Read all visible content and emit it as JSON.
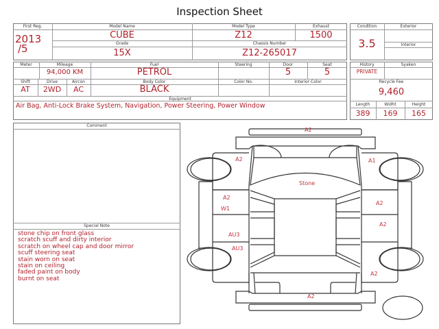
{
  "title": "Inspection Sheet",
  "vehicle": {
    "first_reg_label": "First Reg.",
    "first_reg_year": "2013",
    "first_reg_month": "/5",
    "model_name_label": "Model Name",
    "model_name": "CUBE",
    "model_type_label": "Model Type",
    "model_type": "Z12",
    "exhaust_label": "Exhaust",
    "exhaust": "1500",
    "grade_label": "Grade",
    "grade": "15X",
    "chassis_label": "Chassis Number",
    "chassis": "Z12-265017",
    "meter_label": "Meter",
    "mileage_label": "Mileage",
    "mileage": "94,000 KM",
    "fuel_label": "Fuel",
    "fuel": "PETROL",
    "steering_label": "Steering",
    "door_label": "Door",
    "door": "5",
    "seat_label": "Seat",
    "seat": "5",
    "shift_label": "Shift",
    "shift": "AT",
    "drive_label": "Drive",
    "drive": "2WD",
    "aircon_label": "Aircon",
    "aircon": "AC",
    "body_color_label": "Body Color",
    "body_color": "BLACK",
    "color_no_label": "Color No.",
    "interior_color_label": "Interior Color",
    "equipment_label": "Equipment",
    "equipment": "Air Bag, Anti-Lock Brake System, Navigation, Power Steering, Power Window"
  },
  "grades": {
    "condition_label": "Condition",
    "condition": "3.5",
    "exterior_label": "Exterior",
    "interior_label": "Interior",
    "history_label": "History",
    "history": "PRIVATE",
    "syaken_label": "Syaken",
    "recycle_label": "Recycle Fee",
    "recycle": "9,460",
    "length_label": "Length",
    "length": "389",
    "width_label": "Widht",
    "width": "169",
    "height_label": "Height",
    "height": "165"
  },
  "comment_label": "Comment",
  "special_note_label": "Special Note",
  "special_notes": [
    "stone chip on front glass",
    "scratch scuff and dirty interior",
    "scratch on wheel cap and door mirror",
    "scuff steering seat",
    "stain worn on seat",
    "stain on ceiling",
    "faded paint on body",
    "burnt on seat"
  ],
  "damage_marks": {
    "front_bumper": "A2",
    "left_front_fender": "A2",
    "right_front_fender": "A1",
    "windshield": "Stone",
    "left_front_door_1": "A2",
    "left_front_door_2": "W1",
    "left_rear_door": "AU3",
    "left_rear_fender": "AU3",
    "right_front_door": "A2",
    "right_rear_door": "A2",
    "right_rear_fender": "A2",
    "rear_bumper": "A2"
  }
}
